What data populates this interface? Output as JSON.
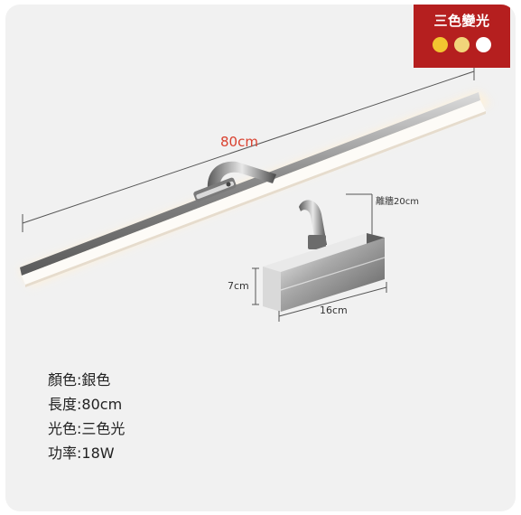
{
  "badge": {
    "title": "三色變光",
    "dots": [
      {
        "name": "warm-light",
        "color": "#f3c530"
      },
      {
        "name": "neutral-light",
        "color": "#f1d57a"
      },
      {
        "name": "white-light",
        "color": "#ffffff"
      }
    ],
    "bg_color": "#b51f1f"
  },
  "dimensions": {
    "length": "80cm",
    "wall_distance": "離牆20cm",
    "head_height": "7cm",
    "head_width": "16cm",
    "length_color": "#d9402e"
  },
  "specs": [
    {
      "label": "顏色:",
      "value": "銀色"
    },
    {
      "label": "長度:",
      "value": "80cm"
    },
    {
      "label": "光色:",
      "value": "三色光"
    },
    {
      "label": "功率:",
      "value": "18W"
    }
  ]
}
